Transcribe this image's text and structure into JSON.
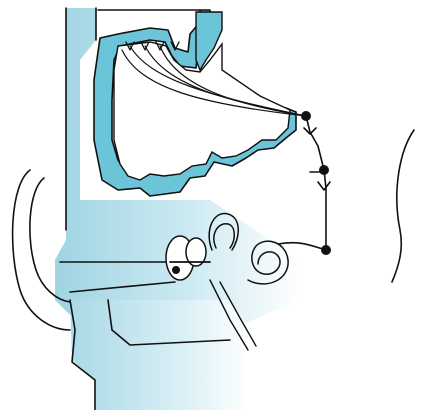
{
  "illustration": {
    "subject": "auditory-pathway-illustration",
    "labels": []
  },
  "colors": {
    "tissue_fill_light": "#cfeaf2",
    "tissue_fill": "#9fd4e3",
    "cortex_blue": "#6cc4d8",
    "ink": "#111111",
    "background": "#ffffff"
  },
  "icons": {
    "neuron_synapse": "black-dot",
    "fork": "y-branch"
  }
}
